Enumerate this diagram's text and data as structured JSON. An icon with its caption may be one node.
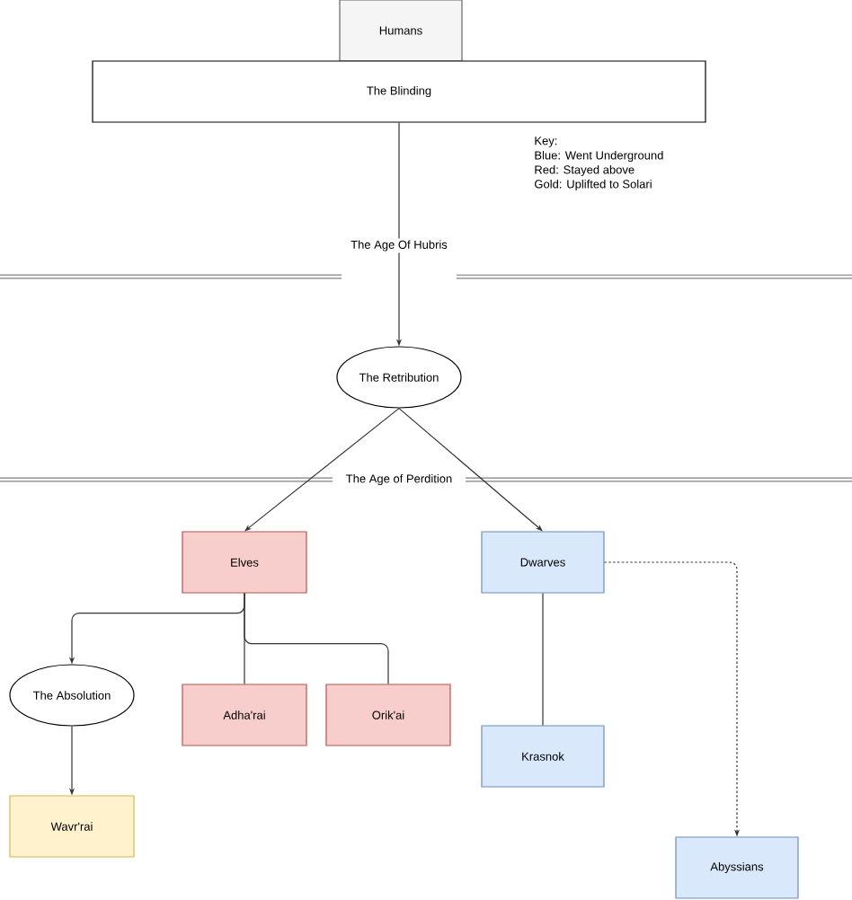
{
  "diagram": {
    "nodes": [
      {
        "text": [
          "Humans"
        ]
      },
      {
        "text": [
          "The Blinding"
        ]
      },
      {
        "text": [
          "The Retribution"
        ]
      },
      {
        "text": [
          "Elves"
        ]
      },
      {
        "text": [
          "Dwarves"
        ]
      },
      {
        "text": [
          "The Absolution"
        ]
      },
      {
        "text": [
          "Adha'rai"
        ]
      },
      {
        "text": [
          "Orik'ai"
        ]
      },
      {
        "text": [
          "Wavr'rai"
        ]
      },
      {
        "text": [
          "Krasnok"
        ]
      },
      {
        "text": [
          "Abyssians"
        ]
      }
    ],
    "edges": [
      {
        "from": 1,
        "to": 2,
        "arrow": "to",
        "label": "The Age Of Hubris"
      },
      {
        "from": 2,
        "to": 3,
        "arrow": "to"
      },
      {
        "from": 2,
        "to": 4,
        "arrow": "to"
      },
      {
        "from": 3,
        "to": 5,
        "arrow": "to"
      },
      {
        "from": 3,
        "to": 6,
        "arrow": "none"
      },
      {
        "from": 3,
        "to": 7,
        "arrow": "none"
      },
      {
        "from": 4,
        "to": 9,
        "arrow": "none"
      },
      {
        "from": 4,
        "to": 10,
        "arrow": "to",
        "style": "dashed"
      },
      {
        "from": 5,
        "to": 8,
        "arrow": "to"
      }
    ],
    "labels": [
      "Key:",
      "Blue: Went Underground",
      "Red: Stayed above",
      "Gold: Uplifted to Solari",
      "The Age of Perdition"
    ]
  }
}
